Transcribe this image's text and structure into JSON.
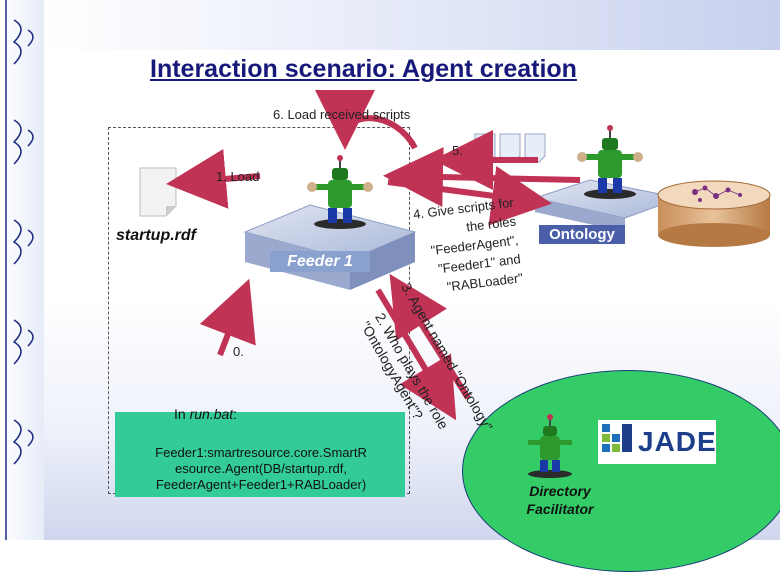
{
  "title": "Interaction scenario: Agent creation",
  "labels": {
    "step6": "6. Load received scripts",
    "step5": "5.",
    "step1": "1. Load",
    "step0": "0.",
    "step4": [
      "4. Give scripts for",
      "the roles",
      "\"FeederAgent\",",
      "\"Feeder1\" and",
      "\"RABLoader\""
    ],
    "step3": "3. Agent named \"Ontology\"",
    "step2": [
      "2. Who plays the role",
      "\"OntologyAgent\"?"
    ]
  },
  "startup_file": "startup.rdf",
  "feeder_platform": "Feeder 1",
  "ontology_label": "Ontology",
  "run_box": {
    "title_prefix": "In ",
    "title_em": "run.bat",
    "title_suffix": ":",
    "lines": [
      "Feeder1:smartresource.core.SmartR",
      "esource.Agent(DB/startup.rdf,",
      "FeederAgent+Feeder1+RABLoader)"
    ]
  },
  "directory_facilitator": [
    "Directory",
    "Facilitator"
  ],
  "logo_text": "JADE",
  "colors": {
    "title": "#17197a",
    "run_box": "#33cc99",
    "df_ellipse": "#33cc66",
    "ontology_box": "#4a5fa8",
    "feeder_platform": "#8aa0cf",
    "arrow": "#c03355"
  },
  "icons": [
    "agent-robot-icon",
    "document-icon",
    "database-icon",
    "jade-logo-icon"
  ]
}
